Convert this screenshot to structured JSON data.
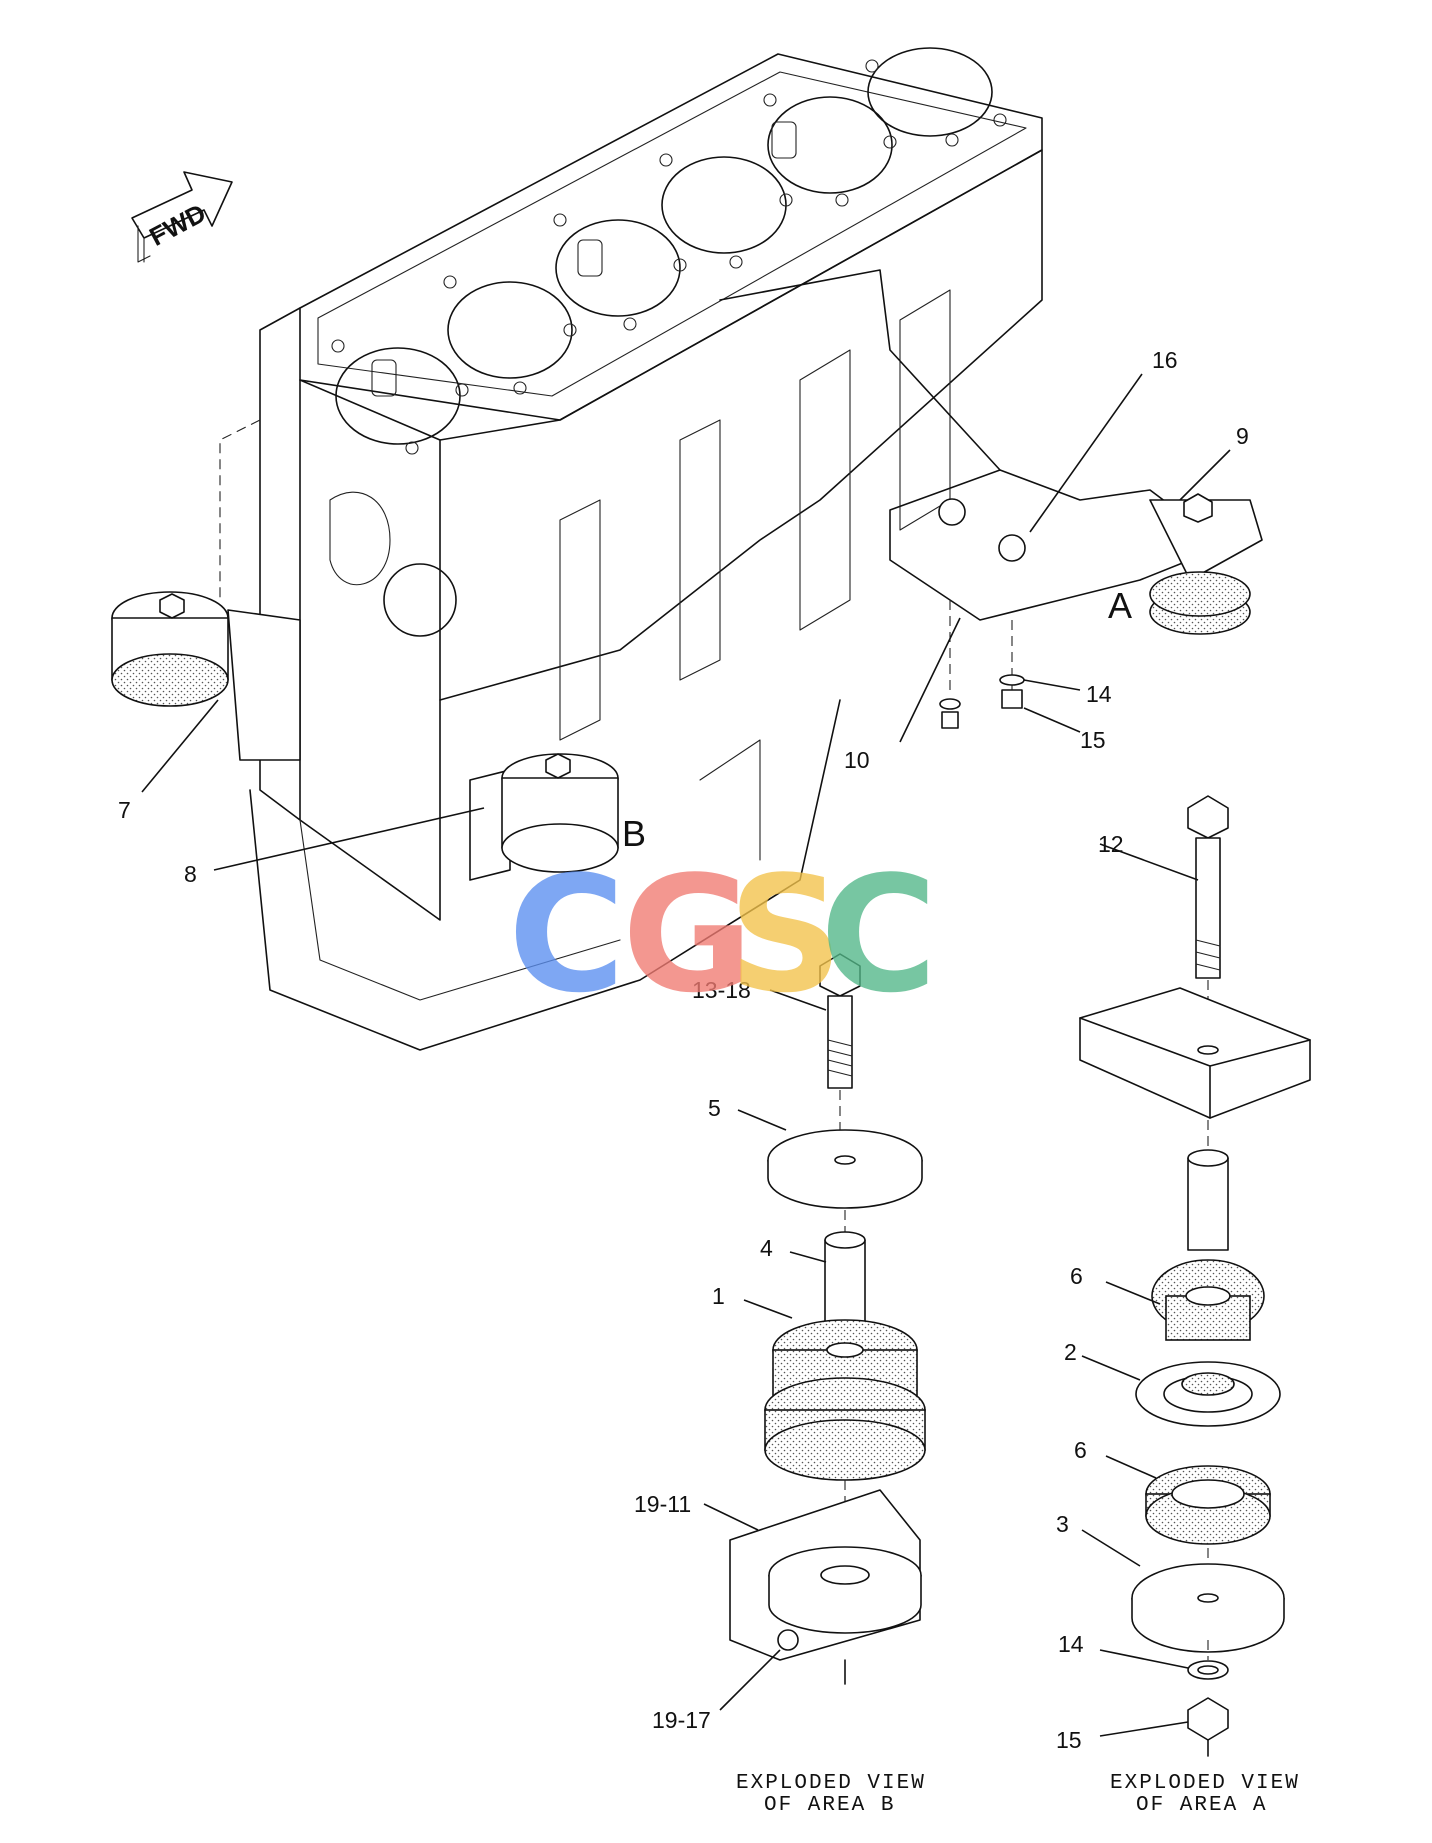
{
  "fwd_arrow": {
    "label": "FWD"
  },
  "area_labels": {
    "a": "A",
    "b": "B"
  },
  "callouts": {
    "c1": "1",
    "c2": "2",
    "c3": "3",
    "c4": "4",
    "c5": "5",
    "c6_upper": "6",
    "c6_lower": "6",
    "c7": "7",
    "c8": "8",
    "c9": "9",
    "c10": "10",
    "c12": "12",
    "c13_18": "13-18",
    "c14_top": "14",
    "c14_bottom": "14",
    "c15_top": "15",
    "c15_bottom": "15",
    "c16": "16",
    "c19_11": "19-11",
    "c19_17": "19-17"
  },
  "captions": {
    "area_b_line1": "EXPLODED VIEW",
    "area_b_line2": "OF AREA B",
    "area_a_line1": "EXPLODED VIEW",
    "area_a_line2": "OF AREA A"
  },
  "watermark": {
    "text": "CGSC",
    "colors": [
      "#5b8ff0",
      "#f07a72",
      "#f3c24a",
      "#52b788"
    ]
  }
}
